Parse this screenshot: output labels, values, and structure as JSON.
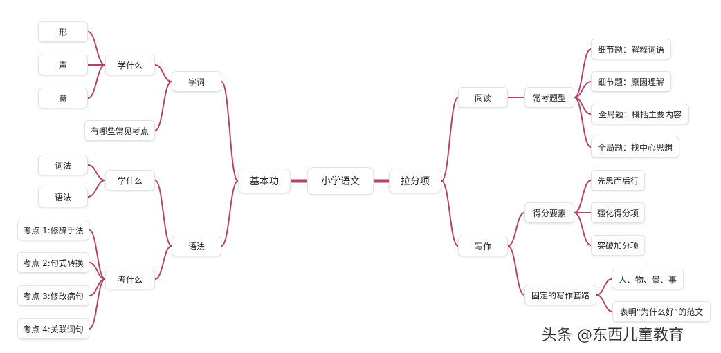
{
  "diagram": {
    "edge_color": "#b8416a",
    "nodes": [
      {
        "id": "root",
        "label": "小学语文",
        "parent": null
      },
      {
        "id": "jbg",
        "label": "基本功",
        "parent": "root"
      },
      {
        "id": "lfx",
        "label": "拉分项",
        "parent": "root"
      },
      {
        "id": "zici",
        "label": "字词",
        "parent": "jbg"
      },
      {
        "id": "yufa",
        "label": "语法",
        "parent": "jbg"
      },
      {
        "id": "xsm1",
        "label": "学什么",
        "parent": "zici"
      },
      {
        "id": "xing",
        "label": "形",
        "parent": "xsm1"
      },
      {
        "id": "sheng",
        "label": "声",
        "parent": "xsm1"
      },
      {
        "id": "yi",
        "label": "意",
        "parent": "xsm1"
      },
      {
        "id": "kaodian",
        "label": "有哪些常见考点",
        "parent": "zici"
      },
      {
        "id": "xsm2",
        "label": "学什么",
        "parent": "yufa"
      },
      {
        "id": "cifa",
        "label": "词法",
        "parent": "xsm2"
      },
      {
        "id": "yufa2",
        "label": "语法",
        "parent": "xsm2"
      },
      {
        "id": "ksm",
        "label": "考什么",
        "parent": "yufa"
      },
      {
        "id": "kd1",
        "label": "考点 1:修辞手法",
        "parent": "ksm"
      },
      {
        "id": "kd2",
        "label": "考点 2:句式转换",
        "parent": "ksm"
      },
      {
        "id": "kd3",
        "label": "考点 3:修改病句",
        "parent": "ksm"
      },
      {
        "id": "kd4",
        "label": "考点 4:关联词句",
        "parent": "ksm"
      },
      {
        "id": "yuedu",
        "label": "阅读",
        "parent": "lfx"
      },
      {
        "id": "xiezuo",
        "label": "写作",
        "parent": "lfx"
      },
      {
        "id": "ckx",
        "label": "常考题型",
        "parent": "yuedu"
      },
      {
        "id": "xj1",
        "label": "细节题：解释词语",
        "parent": "ckx"
      },
      {
        "id": "xj2",
        "label": "细节题：原因理解",
        "parent": "ckx"
      },
      {
        "id": "qj1",
        "label": "全局题：概括主要内容",
        "parent": "ckx"
      },
      {
        "id": "qj2",
        "label": "全局题：找中心思想",
        "parent": "ckx"
      },
      {
        "id": "dfys",
        "label": "得分要素",
        "parent": "xiezuo"
      },
      {
        "id": "xshx",
        "label": "先思而后行",
        "parent": "dfys"
      },
      {
        "id": "qhdf",
        "label": "强化得分项",
        "parent": "dfys"
      },
      {
        "id": "tpjf",
        "label": "突破加分项",
        "parent": "dfys"
      },
      {
        "id": "gdxz",
        "label": "固定的写作套路",
        "parent": "xiezuo"
      },
      {
        "id": "rwjs",
        "label": "人、物、景、事",
        "parent": "gdxz"
      },
      {
        "id": "fanwen",
        "label": "表明“为什么好”的范文",
        "parent": "gdxz"
      }
    ]
  },
  "watermark": "头条 @东西儿童教育"
}
